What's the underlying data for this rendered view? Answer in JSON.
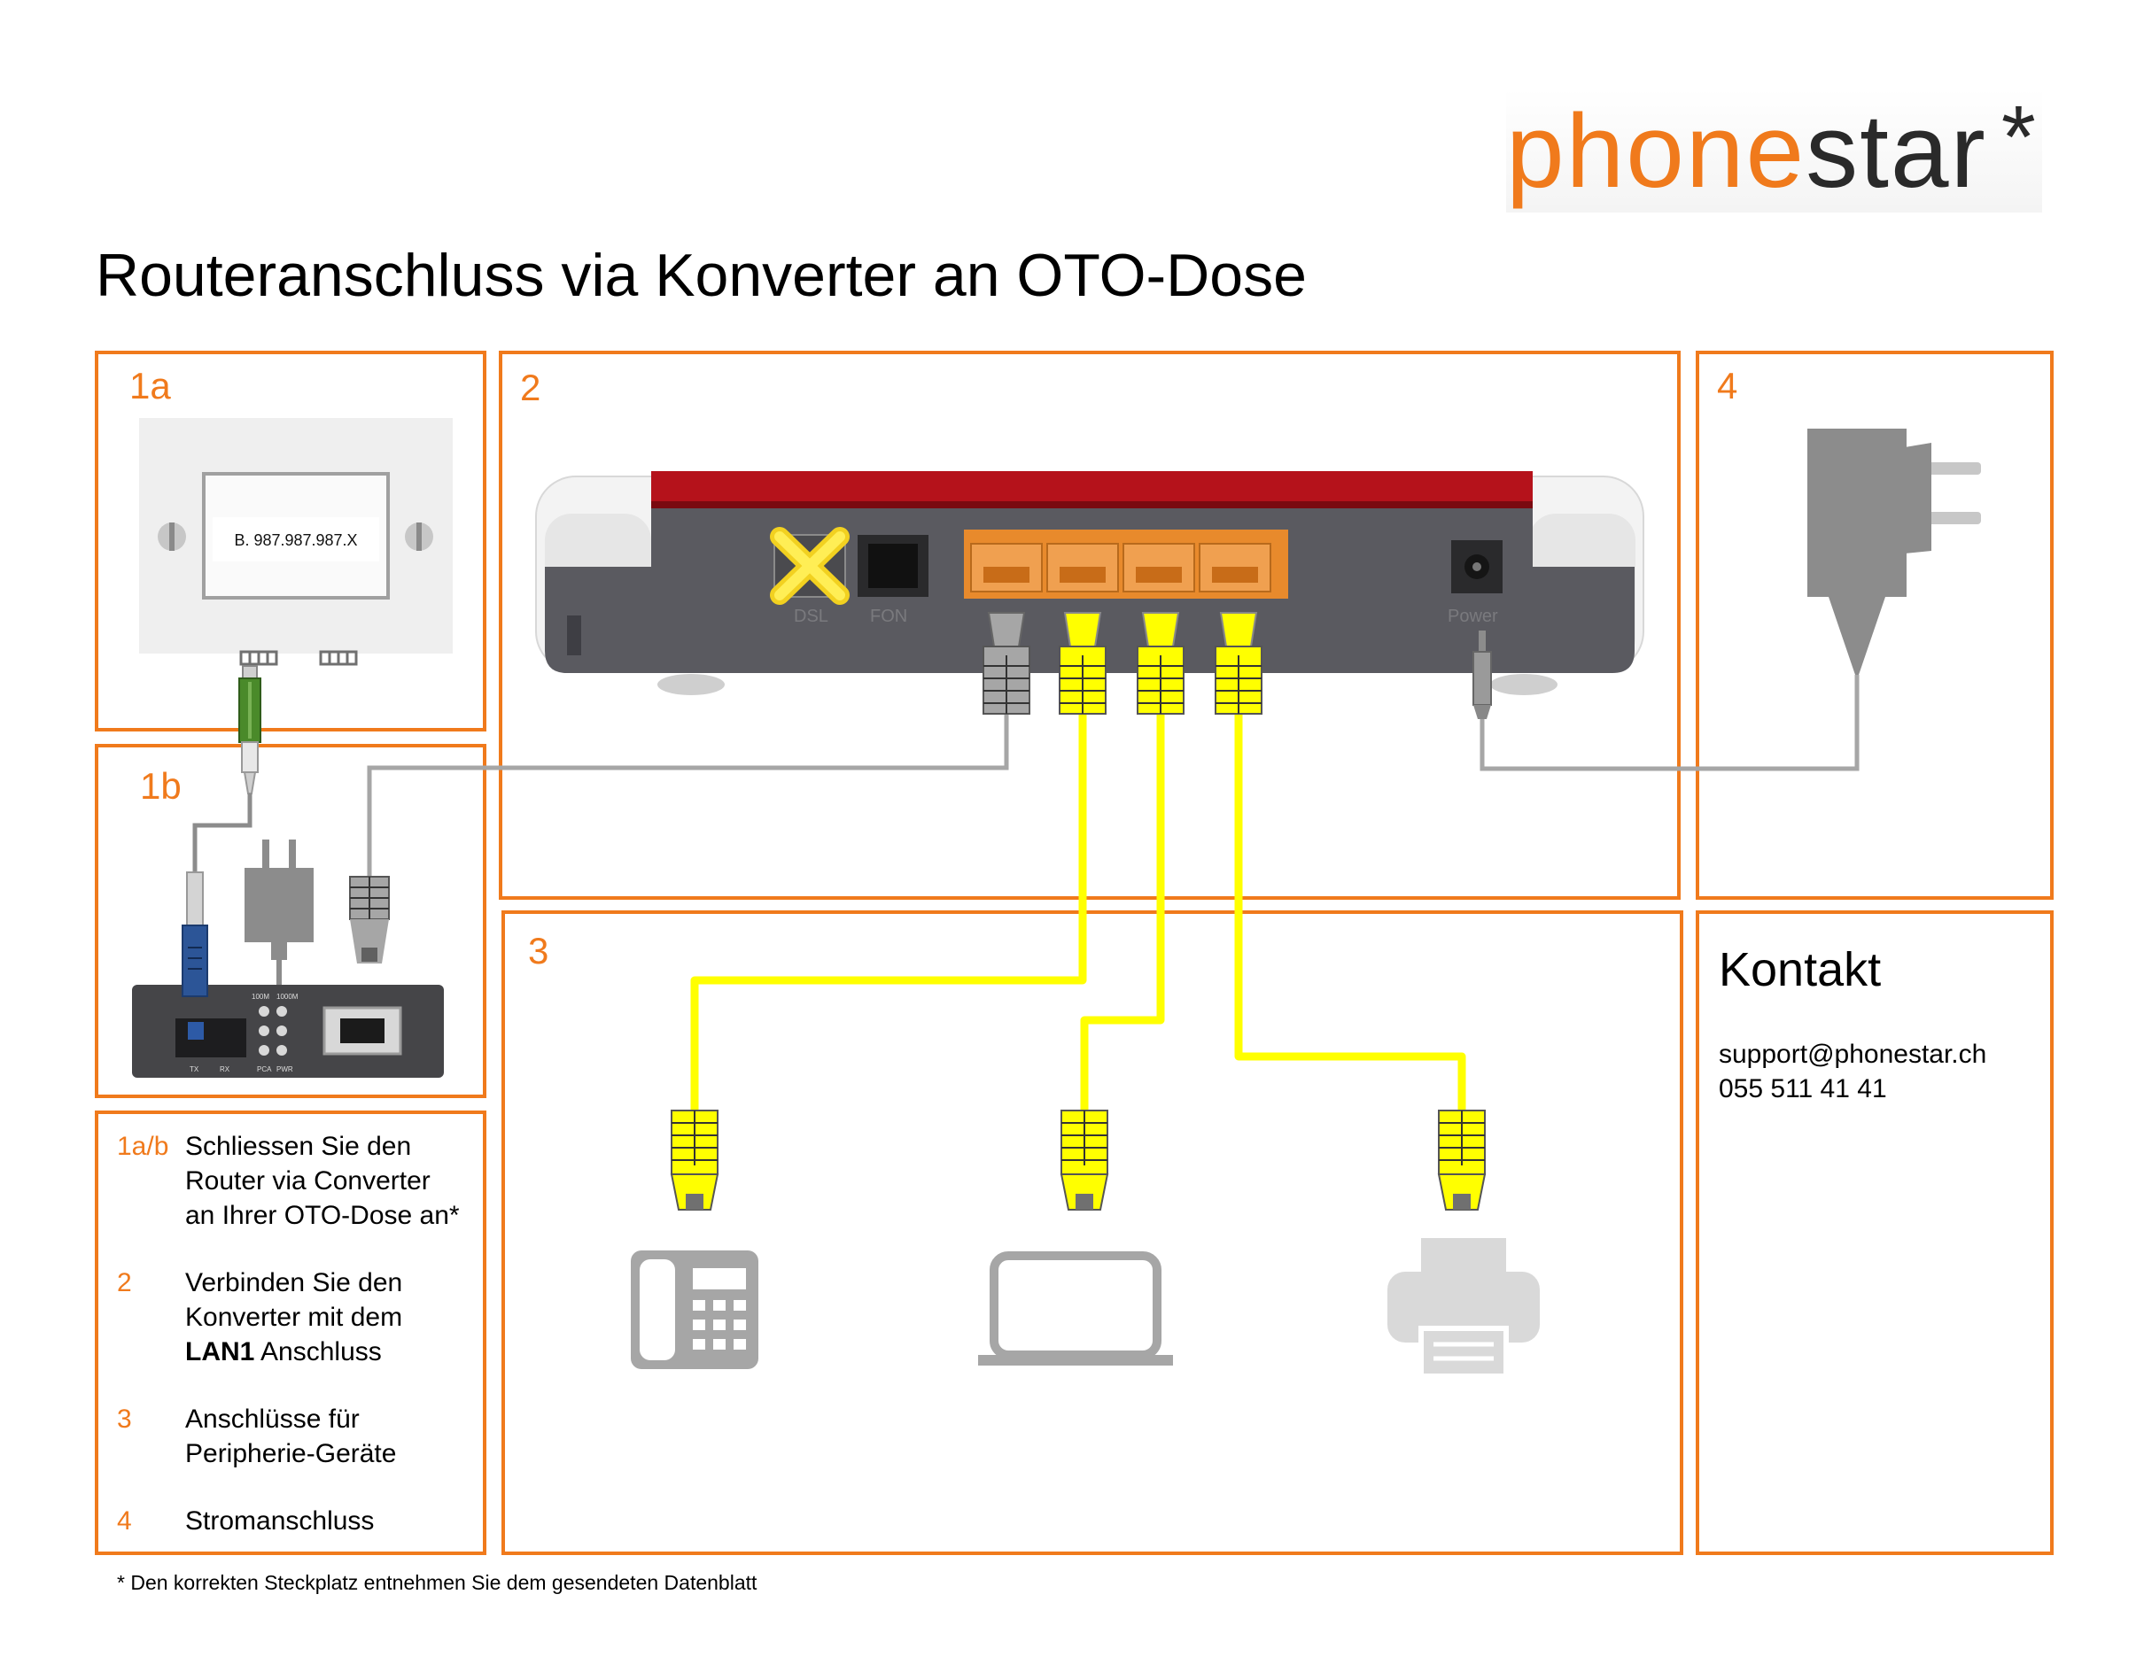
{
  "logo": {
    "part1": "phone",
    "part2": "star",
    "asterisk": "*"
  },
  "title": "Routeranschluss via Konverter an OTO-Dose",
  "panels": {
    "p1a": "1a",
    "p1b": "1b",
    "p2": "2",
    "p3": "3",
    "p4": "4"
  },
  "oto_label": "B. 987.987.987.X",
  "router_ports": {
    "dsl": "DSL",
    "fon": "FON",
    "power": "Power"
  },
  "converter_labels": {
    "l1": "100M",
    "l2": "1000M",
    "l3": "TX",
    "l4": "RX",
    "l5": "PCA",
    "l6": "PWR"
  },
  "instructions": [
    {
      "key": "1a/b",
      "line1": "Schliessen Sie den",
      "line2": "Router via Converter",
      "line3": "an Ihrer OTO-Dose an*"
    },
    {
      "key": "2",
      "line1": "Verbinden Sie den",
      "line2": "Konverter mit dem",
      "line3_bold": "LAN1",
      "line3_rest": " Anschluss"
    },
    {
      "key": "3",
      "line1": "Anschlüsse für",
      "line2": "Peripherie-Geräte"
    },
    {
      "key": "4",
      "line1": "Stromanschluss"
    }
  ],
  "contact": {
    "heading": "Kontakt",
    "email": "support@phonestar.ch",
    "phone": "055 511 41 41"
  },
  "footnote": "* Den korrekten Steckplatz entnehmen Sie dem gesendeten Datenblatt",
  "colors": {
    "accent": "#f07a1c",
    "cable_yellow": "#ffff00",
    "cable_grey": "#a6a6a6",
    "router_red": "#b5121b",
    "router_body": "#5a5a60"
  }
}
